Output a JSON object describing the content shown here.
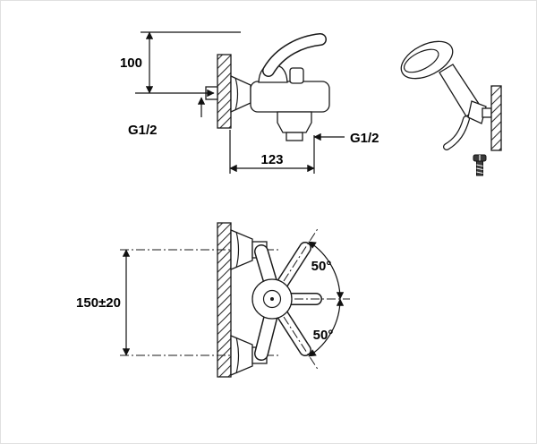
{
  "drawing": {
    "side_view": {
      "height_dim": "100",
      "inlet_thread": "G1/2",
      "outlet_thread": "G1/2",
      "width_dim": "123"
    },
    "front_view": {
      "spacing_dim": "150±20",
      "upper_angle": "50°",
      "lower_angle": "50°"
    },
    "colors": {
      "line": "#1a1a1a",
      "text": "#000000",
      "background": "#ffffff"
    }
  }
}
